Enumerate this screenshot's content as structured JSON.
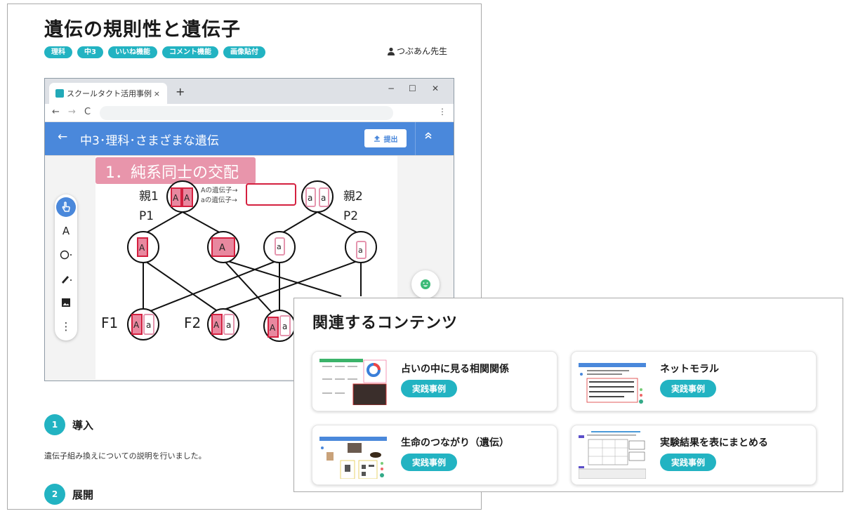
{
  "page": {
    "title": "遺伝の規則性と遺伝子",
    "tags": [
      "理科",
      "中3",
      "いいね機能",
      "コメント機能",
      "画像貼付"
    ],
    "author": "つぶあん先生"
  },
  "browser": {
    "tab_title": "スクールタクト活用事例",
    "tab_close": "×",
    "new_tab": "+",
    "window_controls": {
      "minimize": "−",
      "maximize": "☐",
      "close": "✕"
    },
    "nav": {
      "back": "←",
      "forward": "→",
      "reload": "C",
      "menu": "⋮"
    },
    "app": {
      "back": "←",
      "title": "中3･理科･さまざまな遺伝",
      "submit_label": "提出",
      "collapse": "⌃"
    },
    "toolbar": [
      "pointer",
      "text",
      "shape",
      "pen",
      "image",
      "more"
    ],
    "toolbar_text_label": "A",
    "toolbar_more_label": "⋮"
  },
  "slide": {
    "heading": "1．純系同士の交配",
    "parent1_label": "親1",
    "parent1_code": "P1",
    "parent2_label": "親2",
    "parent2_code": "P2",
    "legend_A": "Aの遺伝子→",
    "legend_a": "aの遺伝子→",
    "parent1_genes": [
      "A",
      "A"
    ],
    "parent2_genes": [
      "a",
      "a"
    ],
    "gametes": [
      "A",
      "A",
      "a",
      "a"
    ],
    "offspring": [
      {
        "label": "F1",
        "genes": [
          "A",
          "a"
        ]
      },
      {
        "label": "F2",
        "genes": [
          "A",
          "a"
        ]
      },
      {
        "label": "",
        "genes": [
          "A",
          "a"
        ]
      }
    ],
    "colors": {
      "dominant_fill": "#e8889f",
      "dominant_border": "#d4203f",
      "recessive_border": "#e595ae",
      "heading_bg": "#e895ab"
    }
  },
  "steps": [
    {
      "num": "1",
      "label": "導入",
      "desc": "遺伝子組み換えについての説明を行いました。"
    },
    {
      "num": "2",
      "label": "展開"
    }
  ],
  "related": {
    "title": "関連するコンテンツ",
    "items": [
      {
        "title": "占いの中に見る相関関係",
        "badge": "実践事例"
      },
      {
        "title": "ネットモラル",
        "badge": "実践事例"
      },
      {
        "title": "生命のつながり（遺伝）",
        "badge": "実践事例"
      },
      {
        "title": "実験結果を表にまとめる",
        "badge": "実践事例"
      }
    ]
  },
  "colors": {
    "accent": "#22b3c2",
    "appbar": "#4a88db",
    "emoji_green": "#3dbb78"
  }
}
